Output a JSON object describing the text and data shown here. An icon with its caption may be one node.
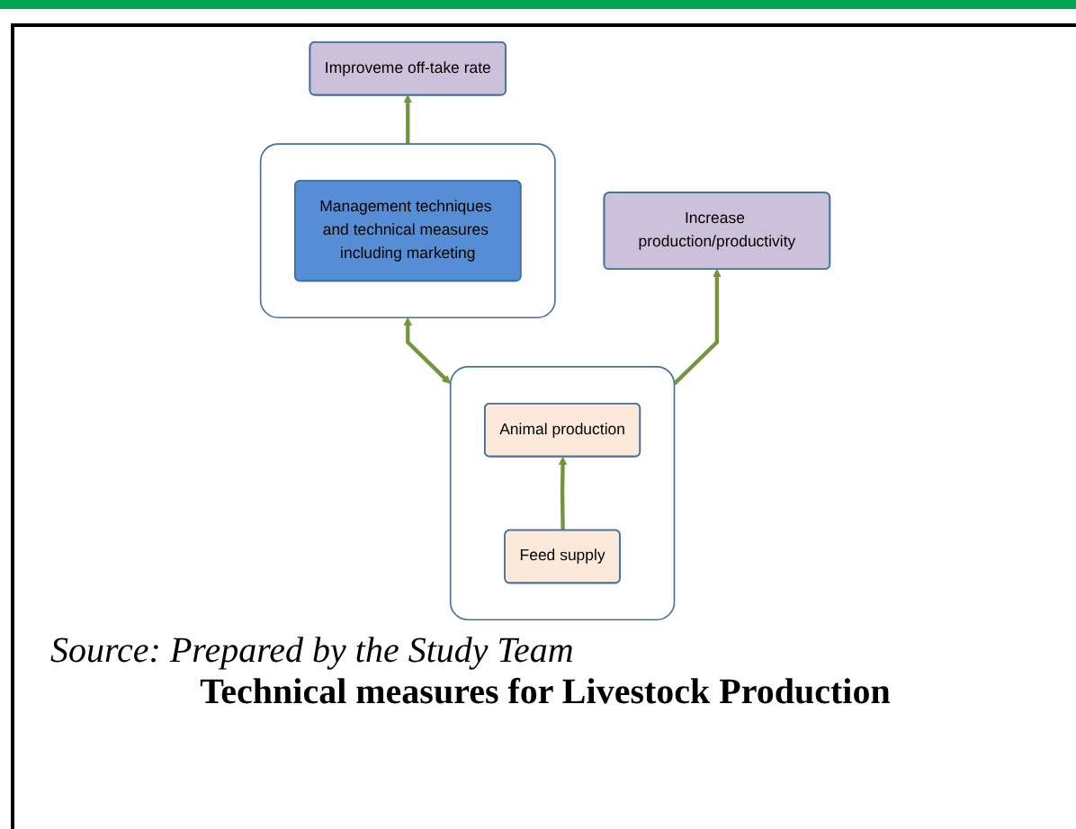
{
  "diagram": {
    "caption": "Technical measures for Livestock Production",
    "nodes": [
      {
        "text": [
          "Increase production/productivity"
        ]
      },
      {
        "text": [
          "Improveme off-take rate"
        ]
      },
      {
        "text": [],
        "shape": "box"
      },
      {
        "text": [
          "Animal production"
        ],
        "in": 2
      },
      {
        "text": [
          "Feed supply"
        ],
        "in": 2
      },
      {
        "text": [],
        "shape": "box"
      },
      {
        "text": [
          "Management techniques and technical measures including marketing"
        ],
        "in": 5
      }
    ],
    "edges": [
      {
        "from": 2,
        "to": 0,
        "arrow": "to"
      },
      {
        "from": 5,
        "to": 1,
        "arrow": "to"
      },
      {
        "from": 4,
        "to": 3,
        "arrow": "to"
      },
      {
        "from": 2,
        "to": 5,
        "arrow": "both"
      }
    ],
    "labels": [
      "Source: Prepared by the Study Team"
    ]
  }
}
